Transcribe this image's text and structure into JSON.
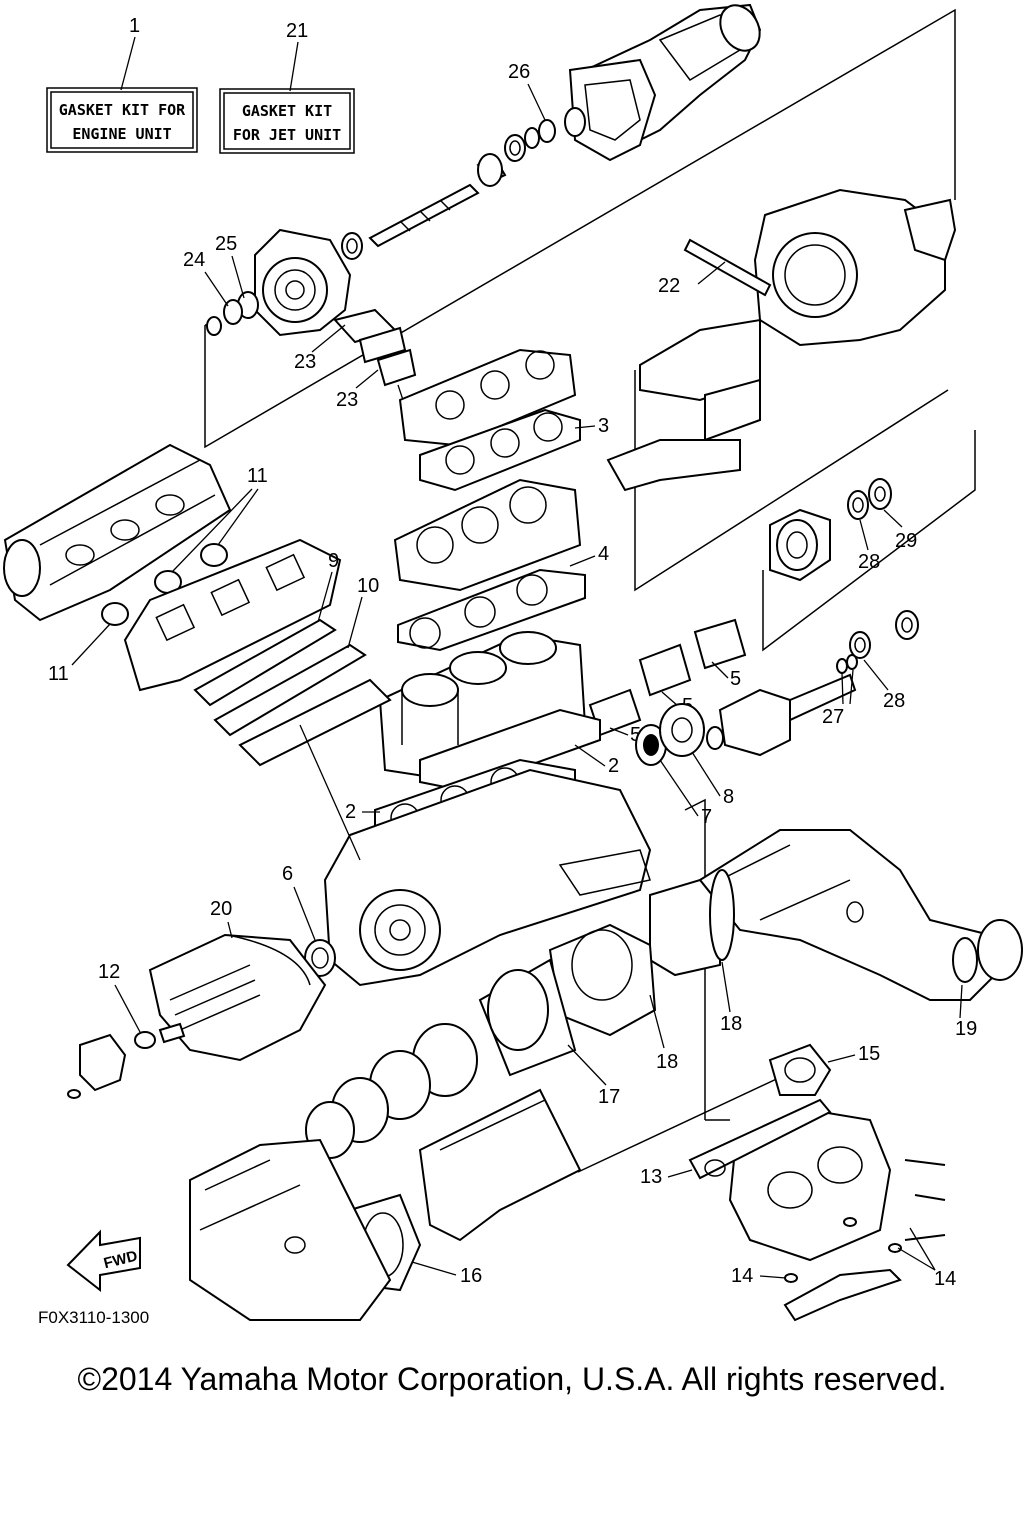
{
  "kits": [
    {
      "number": "1",
      "line1": "GASKET KIT FOR",
      "line2": "ENGINE UNIT"
    },
    {
      "number": "21",
      "line1": "GASKET KIT",
      "line2": "FOR JET UNIT"
    }
  ],
  "callouts": {
    "c2a": "2",
    "c2b": "2",
    "c3": "3",
    "c4": "4",
    "c5a": "5",
    "c5b": "5",
    "c5c": "5",
    "c6": "6",
    "c7": "7",
    "c8": "8",
    "c9": "9",
    "c10": "10",
    "c11a": "11",
    "c11b": "11",
    "c12": "12",
    "c13": "13",
    "c14a": "14",
    "c14b": "14",
    "c15": "15",
    "c16": "16",
    "c17": "17",
    "c18a": "18",
    "c18b": "18",
    "c19": "19",
    "c20": "20",
    "c22": "22",
    "c23a": "23",
    "c23b": "23",
    "c24": "24",
    "c25": "25",
    "c26": "26",
    "c27": "27",
    "c28a": "28",
    "c28b": "28",
    "c29": "29"
  },
  "fwd_label": "FWD",
  "diagram_code": "F0X3110-1300",
  "copyright": "©2014 Yamaha Motor Corporation, U.S.A. All rights reserved."
}
